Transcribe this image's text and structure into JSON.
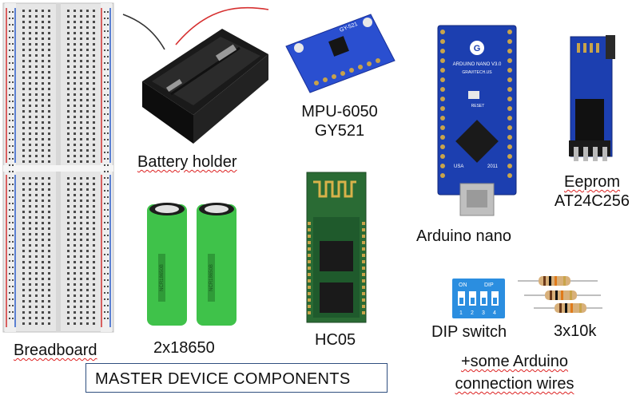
{
  "labels": {
    "battery_holder": "Battery holder",
    "mpu_line1": "MPU-6050",
    "mpu_line2": "GY521",
    "arduino_nano": "Arduino nano",
    "eeprom_line1": "Eeprom",
    "eeprom_line2": "AT24C256",
    "breadboard": "Breadboard",
    "cells": "2x18650",
    "hc05": "HC05",
    "dip_switch": "DIP switch",
    "resistors": "3x10k",
    "wires_line1": "+some Arduino",
    "wires_line2": "connection wires"
  },
  "title_box": {
    "text": "MASTER DEVICE COMPONENTS"
  },
  "board_text": {
    "battery_cell_print": "NCR18650B",
    "mpu_print": "GY-521",
    "nano_print": "ARDUINO NANO V3.0",
    "nano_brand": "GRAVITECH.US",
    "nano_reset": "RESET",
    "nano_usa": "USA",
    "nano_year": "2011",
    "dip_on": "ON",
    "dip_dip": "DIP",
    "dip_numbers": [
      "1",
      "2",
      "3",
      "4"
    ]
  },
  "colors": {
    "board_blue": "#1c3fb0",
    "cell_green": "#3fc24a",
    "breadboard": "#e9e9e9",
    "rail_red": "#d03030",
    "rail_blue": "#2a5cc8",
    "title_border": "#2f4f7f"
  }
}
